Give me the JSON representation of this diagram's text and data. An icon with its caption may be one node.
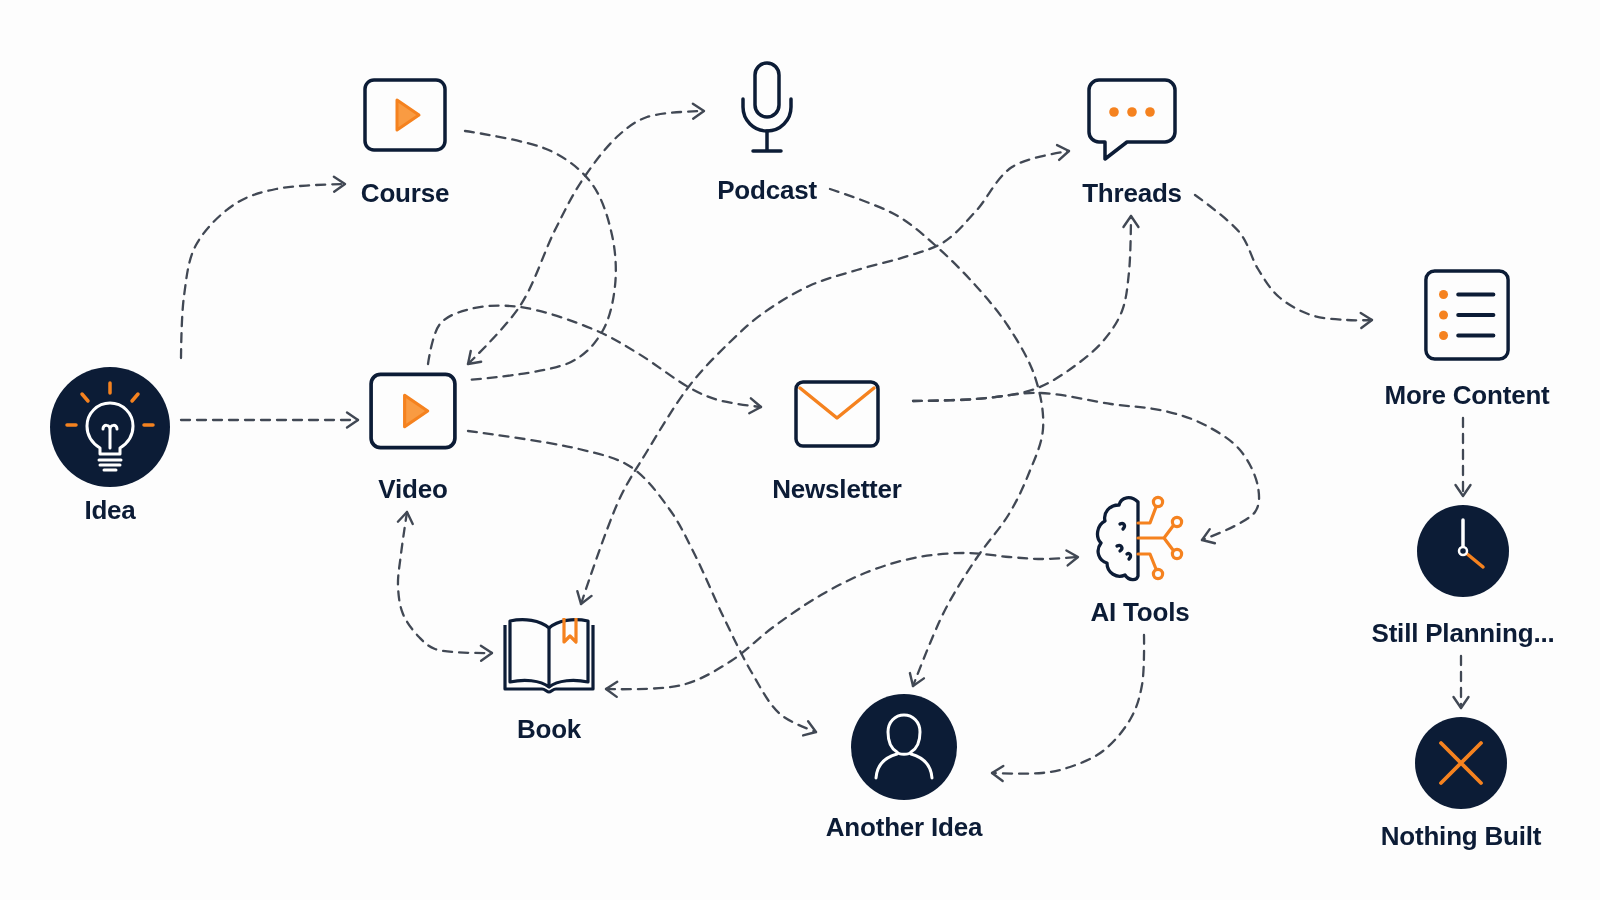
{
  "diagram": {
    "nodes": [
      {
        "text": [
          "Idea"
        ]
      },
      {
        "text": [
          "Course"
        ]
      },
      {
        "text": [
          "Podcast"
        ]
      },
      {
        "text": [
          "Threads"
        ]
      },
      {
        "text": [
          "Video"
        ]
      },
      {
        "text": [
          "Newsletter"
        ]
      },
      {
        "text": [
          "More Content"
        ]
      },
      {
        "text": [
          "AI Tools"
        ]
      },
      {
        "text": [
          "Book"
        ]
      },
      {
        "text": [
          "Still Planning..."
        ]
      },
      {
        "text": [
          "Another Idea"
        ]
      },
      {
        "text": [
          "Nothing Built"
        ]
      }
    ],
    "edges": [
      {
        "from": 0,
        "to": 1,
        "arrow": "to"
      },
      {
        "from": 0,
        "to": 4,
        "arrow": "to"
      },
      {
        "from": 1,
        "to": 4,
        "arrow": "none"
      },
      {
        "from": 4,
        "to": 2,
        "arrow": "both"
      },
      {
        "from": 4,
        "to": 5,
        "arrow": "to"
      },
      {
        "from": 4,
        "to": 10,
        "arrow": "to"
      },
      {
        "from": 8,
        "to": 3,
        "arrow": "both"
      },
      {
        "from": 2,
        "to": 10,
        "arrow": "to"
      },
      {
        "from": 5,
        "to": 3,
        "arrow": "to"
      },
      {
        "from": 3,
        "to": 6,
        "arrow": "to"
      },
      {
        "from": 5,
        "to": 7,
        "arrow": "to"
      },
      {
        "from": 8,
        "to": 7,
        "arrow": "both"
      },
      {
        "from": 4,
        "to": 8,
        "arrow": "both"
      },
      {
        "from": 7,
        "to": 10,
        "arrow": "to"
      },
      {
        "from": 6,
        "to": 9,
        "arrow": "to"
      },
      {
        "from": 9,
        "to": 11,
        "arrow": "to"
      }
    ]
  }
}
